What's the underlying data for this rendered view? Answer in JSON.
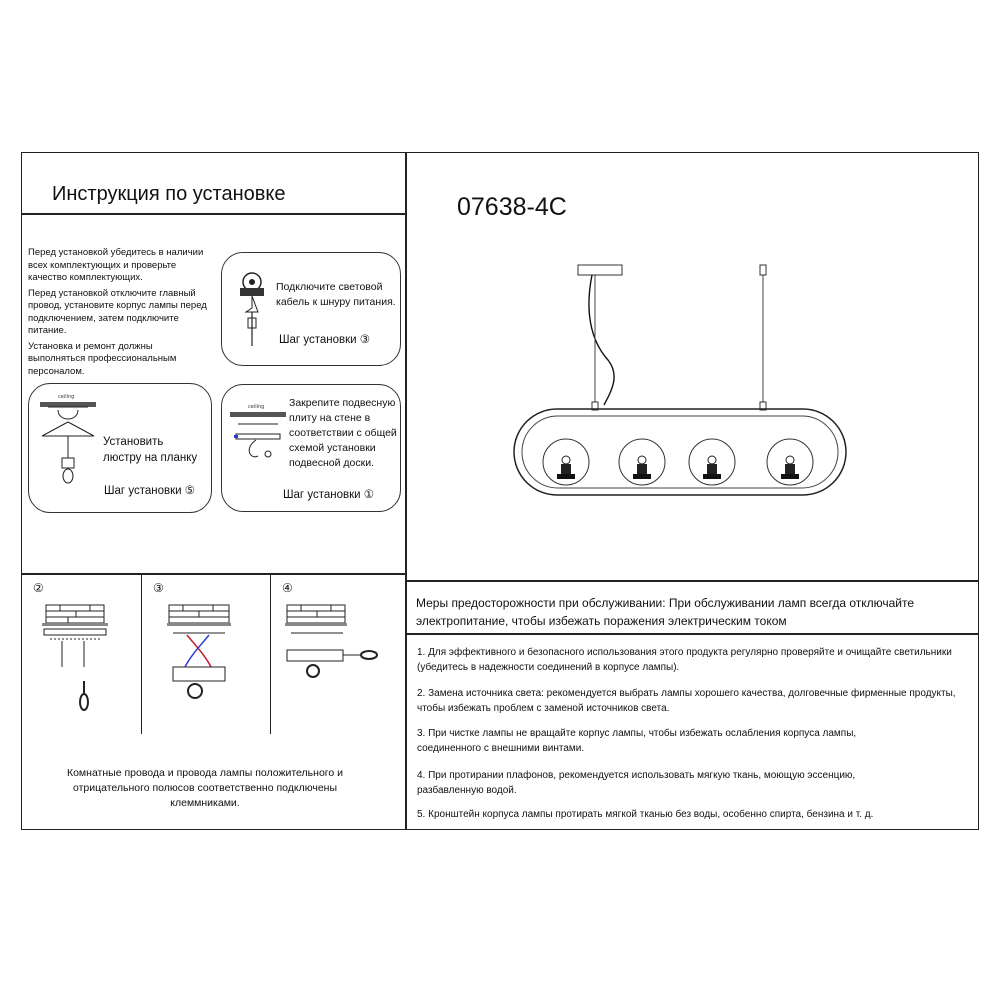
{
  "header": {
    "title": "Инструкция по установке",
    "model": "07638-4C"
  },
  "prep_box": {
    "p1": "Перед установкой убедитесь в наличии всех комплектующих и проверьте качество комплектующих.",
    "p2": "Перед установкой отключите главный провод, установите корпус лампы перед подключением, затем подключите питание.",
    "p3": "Установка и ремонт должны выполняться профессиональным персоналом."
  },
  "step3_box": {
    "text": "Подключите световой кабель к шнуру питания.",
    "step_label": "Шаг установки ③"
  },
  "step5_box": {
    "text": "Установить люстру на планку",
    "step_label": "Шаг установки ⑤",
    "ceiling_label": "ceiling"
  },
  "step1_box": {
    "text": "Закрепите подвесную плиту на стене в соответствии с общей схемой установки подвесной доски.",
    "step_label": "Шаг установки ①",
    "ceiling_label": "ceiling"
  },
  "bottom_steps": {
    "n2": "②",
    "n3": "③",
    "n4": "④",
    "wiring_note": "Комнатные провода и провода лампы положительного и отрицательного полюсов соответственно подключены клеммниками."
  },
  "caution": {
    "line1": "Меры предосторожности при обслуживании: При обслуживании ламп всегда отключайте",
    "line2": "электропитание, чтобы избежать поражения электрическим током"
  },
  "rules": [
    {
      "line1": "1.  Для эффективного и безопасного использования этого продукта регулярно проверяйте и очищайте светильники",
      "line2": "(убедитесь в надежности соединений в корпусе лампы)."
    },
    {
      "line1": "2.  Замена источника света: рекомендуется выбрать лампы хорошего качества, долговечные фирменные продукты,",
      "line2": "чтобы избежать проблем с заменой источников света."
    },
    {
      "line1": "3.  При чистке лампы не вращайте корпус лампы, чтобы избежать ослабления корпуса лампы,",
      "line2": "соединенного с внешними винтами."
    },
    {
      "line1": "4.  При протирании плафонов, рекомендуется использовать мягкую ткань,  моющую эссенцию,",
      "line2": "разбавленную водой."
    },
    {
      "line1": "5.  Кронштейн корпуса лампы протирать мягкой тканью без воды, особенно спирта, бензина и т. д.",
      "line2": ""
    }
  ]
}
